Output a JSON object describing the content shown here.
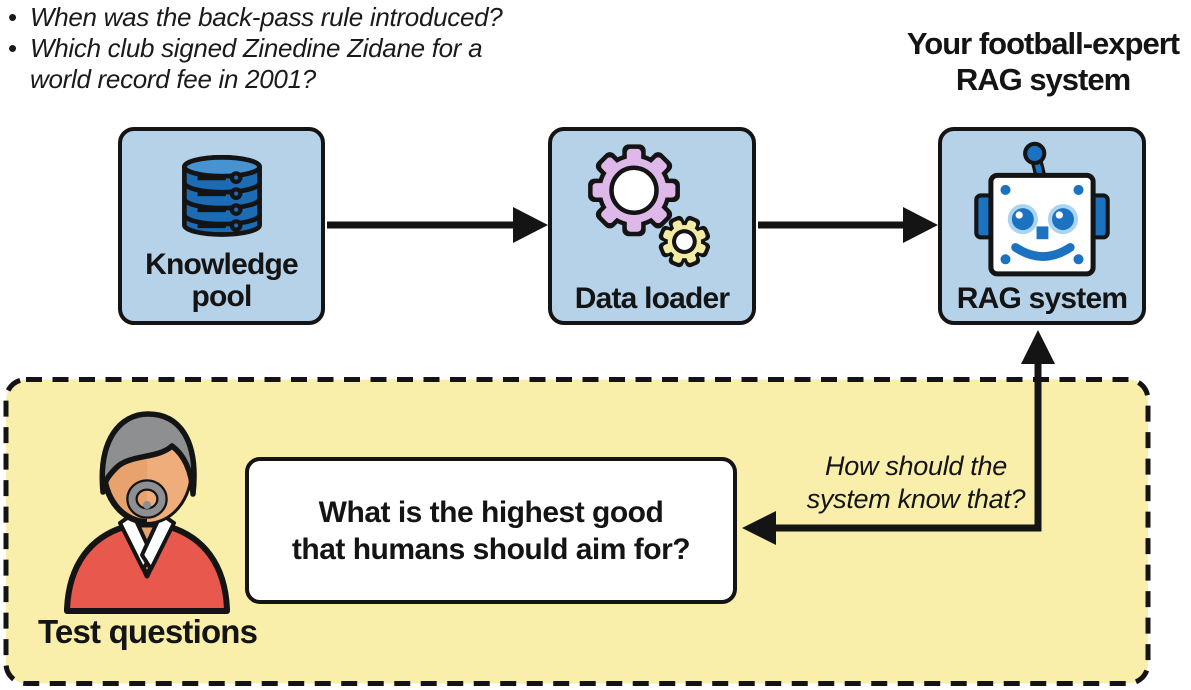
{
  "example_questions": {
    "bullet_char": "•",
    "items": [
      "When was the back-pass rule introduced?",
      "Which club signed Zinedine Zidane for a world record fee in 2001?"
    ]
  },
  "pipeline": {
    "title_lines": [
      "Your football-expert",
      "RAG system"
    ],
    "nodes": [
      {
        "label": "Knowledge pool",
        "icon": "database-icon"
      },
      {
        "label": "Data loader",
        "icon": "gears-icon"
      },
      {
        "label": "RAG system",
        "icon": "robot-icon"
      }
    ]
  },
  "test_panel": {
    "label": "Test questions",
    "bubble_lines": [
      "What is the highest good",
      "that humans should aim for?"
    ],
    "reaction_lines": [
      "How should the",
      "system know that?"
    ]
  },
  "colors": {
    "node_fill": "#b6d2e9",
    "panel_fill": "#f9efab",
    "outline": "#141414",
    "database_blue": "#1b6cb4",
    "database_blue_light": "#4793d2",
    "gear_purple": "#dfb8ea",
    "gear_yellow": "#f3eba4",
    "robot_blue": "#1b72c0",
    "robot_blue_light": "#a9d4f2",
    "sweater_red": "#e9584c",
    "skin": "#e7a26e",
    "skin_light": "#efad7c",
    "hair_gray": "#8d8f91"
  }
}
